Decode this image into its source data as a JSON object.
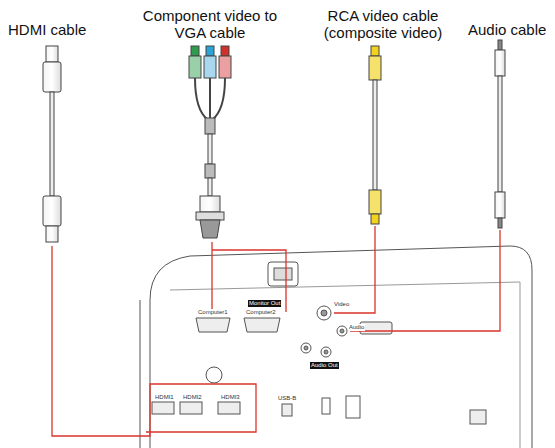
{
  "diagram": {
    "labels": [
      "HDMI cable",
      "Component video to VGA cable",
      "RCA video cable (composite video)",
      "Audio cable",
      "HDMI1",
      "HDMI2",
      "HDMI3",
      "Computer1",
      "Computer2",
      "Monitor Out",
      "Video",
      "Audio",
      "Audio Out",
      "USB-B"
    ]
  }
}
